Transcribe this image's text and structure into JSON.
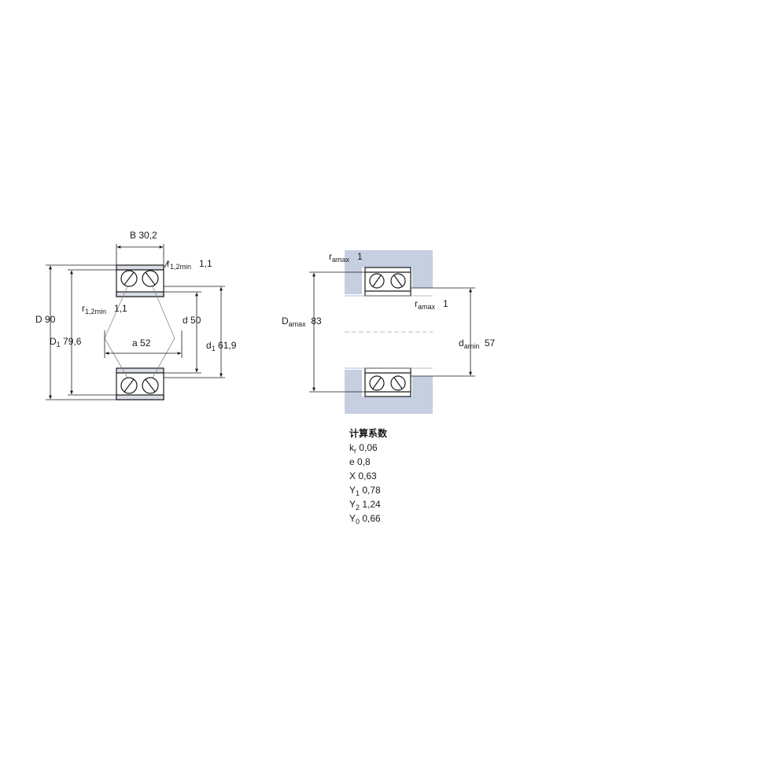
{
  "left_view": {
    "B": {
      "sym": "B",
      "value": "30,2"
    },
    "r12_top": {
      "sym": "r",
      "sub": "1,2min",
      "value": "1,1"
    },
    "r12_mid": {
      "sym": "r",
      "sub": "1,2min",
      "value": "1,1"
    },
    "D": {
      "sym": "D",
      "value": "90"
    },
    "D1": {
      "sym": "D",
      "sub": "1",
      "value": "79,6"
    },
    "d": {
      "sym": "d",
      "value": "50"
    },
    "a": {
      "sym": "a",
      "value": "52"
    },
    "d1": {
      "sym": "d",
      "sub": "1",
      "value": "61,9"
    }
  },
  "right_view": {
    "ra_top": {
      "sym": "r",
      "sub": "amax",
      "value": "1"
    },
    "ra_mid": {
      "sym": "r",
      "sub": "amax",
      "value": "1"
    },
    "Da": {
      "sym": "D",
      "sub": "amax",
      "value": "83"
    },
    "da": {
      "sym": "d",
      "sub": "amin",
      "value": "57"
    }
  },
  "factors": {
    "title": "计算系数",
    "kr": {
      "sym": "k",
      "sub": "r",
      "value": "0,06"
    },
    "e": {
      "sym": "e",
      "value": "0,8"
    },
    "X": {
      "sym": "X",
      "value": "0,63"
    },
    "Y1": {
      "sym": "Y",
      "sub": "1",
      "value": "0,78"
    },
    "Y2": {
      "sym": "Y",
      "sub": "2",
      "value": "1,24"
    },
    "Y0": {
      "sym": "Y",
      "sub": "0",
      "value": "0,66"
    }
  },
  "colors": {
    "housing": "#c5cfe0",
    "ring": "#d8dde6",
    "line": "#1a1a1a"
  }
}
